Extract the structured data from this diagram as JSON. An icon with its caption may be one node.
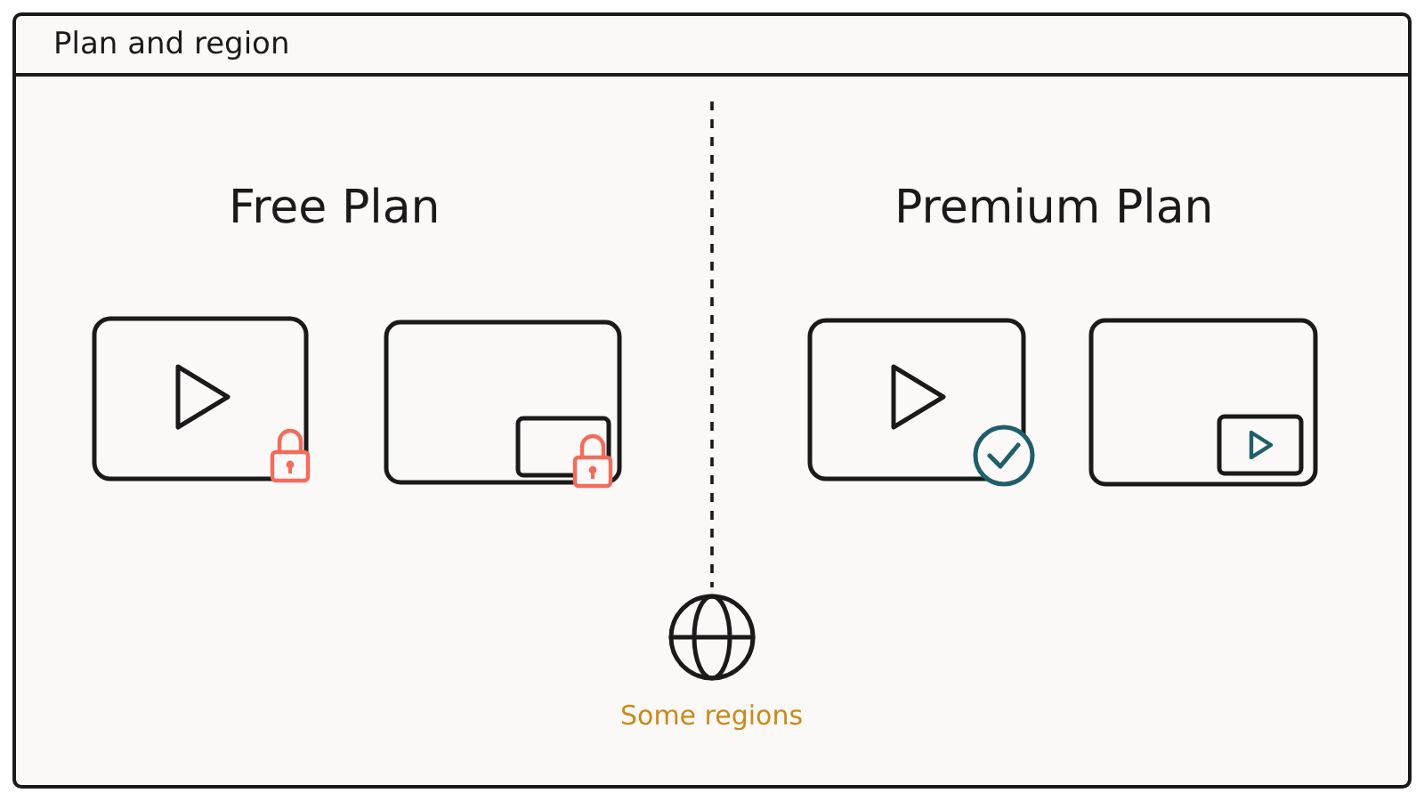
{
  "diagram": {
    "title": "Plan and region",
    "labels": [
      "Free Plan",
      "Premium Plan",
      "Some regions"
    ]
  }
}
